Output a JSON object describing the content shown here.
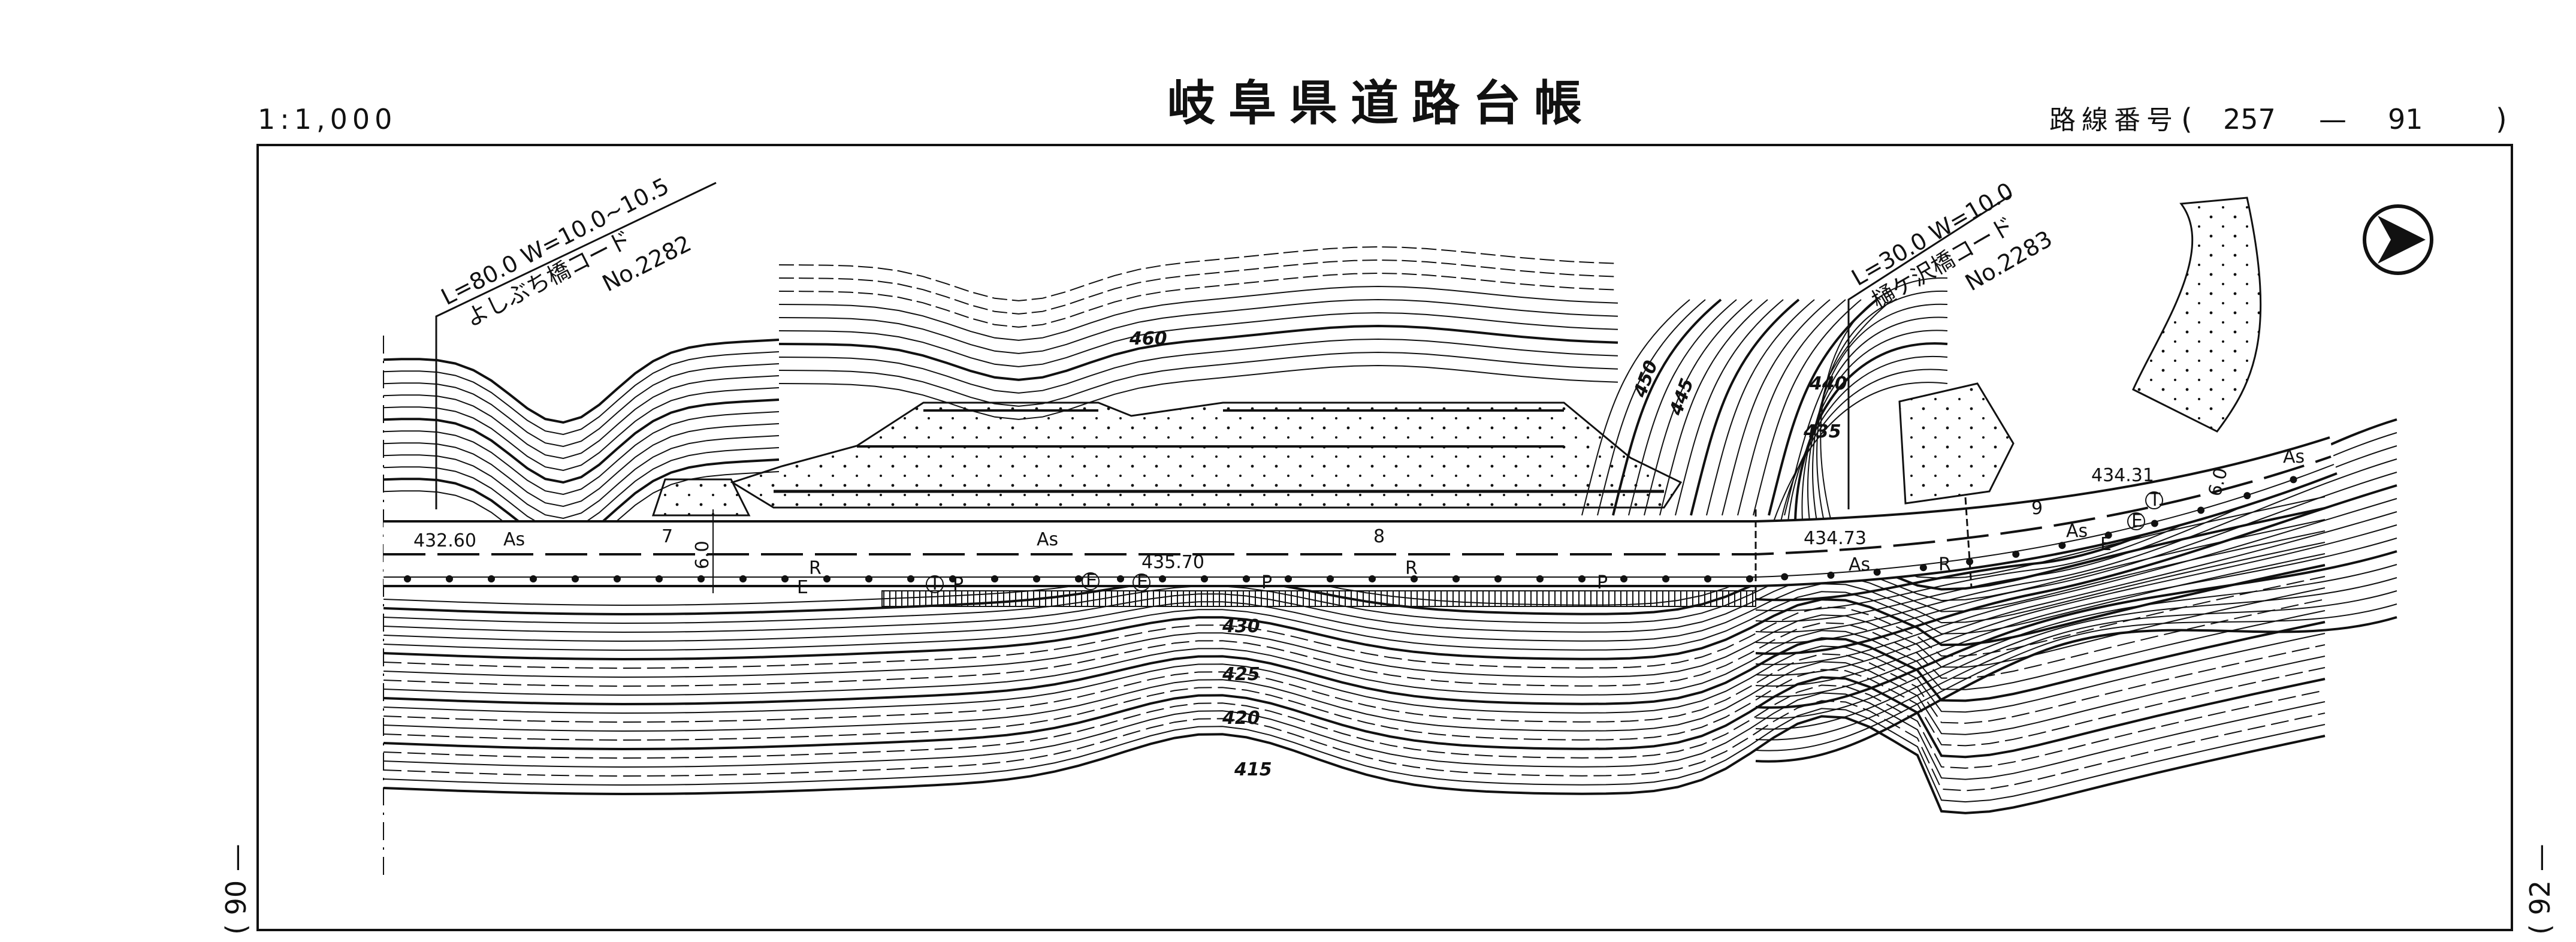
{
  "header": {
    "scale": "1:1,000",
    "title": "岐阜県道路台帳",
    "route_label": "路線番号",
    "route_open": "(",
    "route_number": "257",
    "route_dash": "—",
    "sheet_number": "91",
    "route_close": ")"
  },
  "side_refs": {
    "left": "( 90 —",
    "right": "( 92 —"
  },
  "bridges": [
    {
      "dims": "L=80.0   W=10.0~10.5",
      "name": "よしぶち橋コード",
      "code": "No.2282"
    },
    {
      "dims": "L=30.0   W=10.0",
      "name": "樋ケ沢橋コード",
      "code": "No.2283"
    }
  ],
  "contour_labels": [
    "460",
    "450",
    "445",
    "440",
    "435",
    "430",
    "425",
    "420",
    "415"
  ],
  "road_labels": {
    "elev_1": "432.60",
    "elev_2": "435.70",
    "elev_3": "434.73",
    "elev_4": "434.31",
    "surface": "As",
    "station_7": "7",
    "station_8": "8",
    "station_9": "9",
    "width_1": "6.0",
    "width_2": "6.0",
    "r": "R",
    "e": "E",
    "p": "P",
    "t": "T"
  },
  "colors": {
    "ink": "#111111",
    "paper": "#ffffff"
  }
}
